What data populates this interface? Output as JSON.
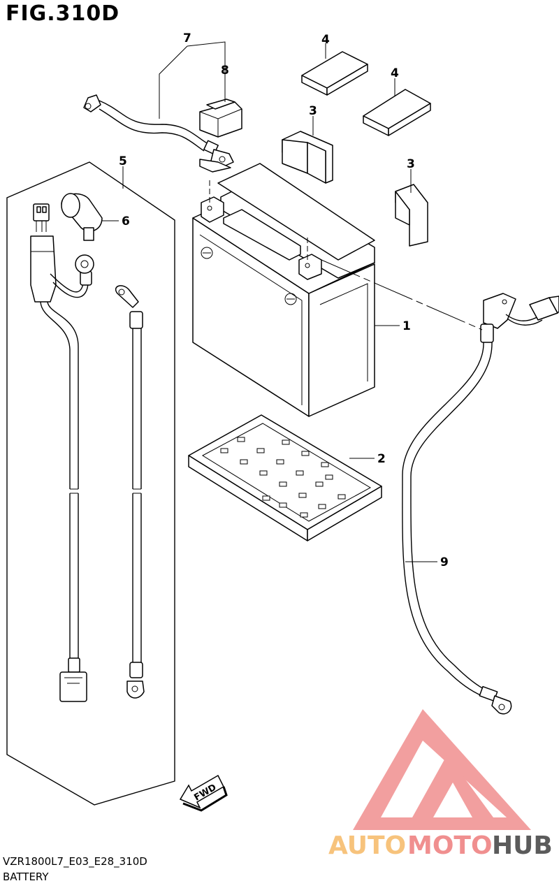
{
  "figure": {
    "title": "FIG.310D",
    "model_code": "VZR1800L7_E03_E28_310D",
    "section_name": "BATTERY",
    "fwd_label": "FWD"
  },
  "callouts": [
    "7",
    "8",
    "4",
    "4",
    "3",
    "3",
    "5",
    "6",
    "1",
    "2",
    "9"
  ],
  "watermark": {
    "part1": "AUTO",
    "part2": "MOTO",
    "part3": "HUB",
    "colors": {
      "triangle": "#f08f8f",
      "auto": "#f7c37c",
      "moto": "#f08f8f",
      "hub": "#5b5b5b"
    }
  }
}
